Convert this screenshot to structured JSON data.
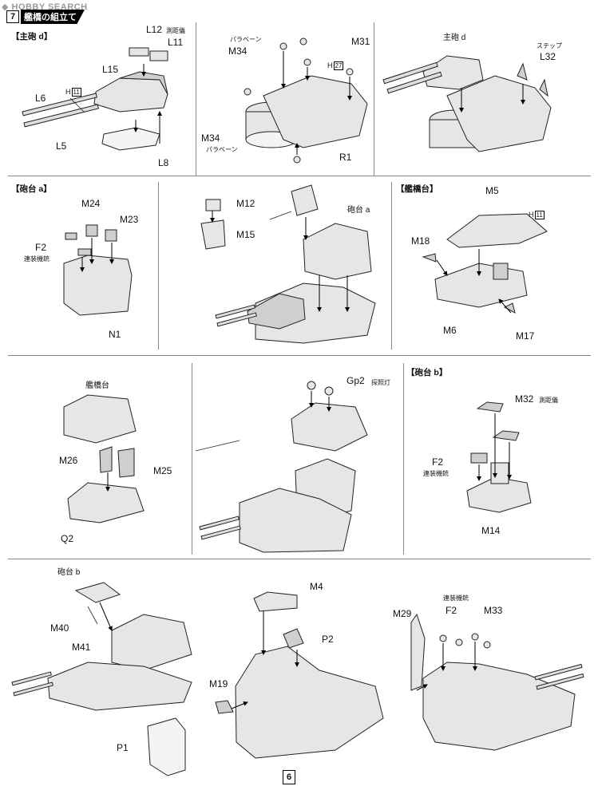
{
  "watermark": "HOBBY SEARCH",
  "step": {
    "number": "7",
    "title": "艦橋の組立て"
  },
  "page_number": "6",
  "sections": {
    "main_gun_d": "【主砲 d】",
    "gun_mount_a": "【砲台 a】",
    "bridge_deck": "【艦橋台】",
    "gun_mount_b": "【砲台 b】"
  },
  "labels": {
    "L12": "L12",
    "L11": "L11",
    "L15": "L15",
    "L6": "L6",
    "L5": "L5",
    "L8": "L8",
    "H11a": "H",
    "H11a_num": "11",
    "M34a": "M34",
    "M31": "M31",
    "H27": "H",
    "H27_num": "27",
    "M34b": "M34",
    "R1": "R1",
    "main_gun_d2": "主砲 d",
    "L32": "L32",
    "M24": "M24",
    "M23": "M23",
    "F2a": "F2",
    "N1": "N1",
    "M12": "M12",
    "M15": "M15",
    "gun_mount_a2": "砲台 a",
    "M5": "M5",
    "H11b": "H",
    "H11b_num": "11",
    "M18": "M18",
    "M6": "M6",
    "M17": "M17",
    "bridge_deck2": "艦橋台",
    "M26": "M26",
    "M25": "M25",
    "Q2": "Q2",
    "Gp2": "Gp2",
    "M32": "M32",
    "F2b": "F2",
    "M14": "M14",
    "gun_mount_b2": "砲台 b",
    "M40": "M40",
    "M41": "M41",
    "P1": "P1",
    "M4": "M4",
    "P2": "P2",
    "M19": "M19",
    "M29": "M29",
    "F2c": "F2",
    "M33": "M33"
  },
  "notes": {
    "rangefinder_a": "測距儀",
    "paravane_a": "パラベーン",
    "paravane_b": "パラベーン",
    "step_note": "ステップ",
    "twin_mg_a": "連装機銃",
    "searchlight": "探照灯",
    "rangefinder_b": "測距儀",
    "twin_mg_b": "連装機銃",
    "twin_mg_c": "連装機銃"
  }
}
